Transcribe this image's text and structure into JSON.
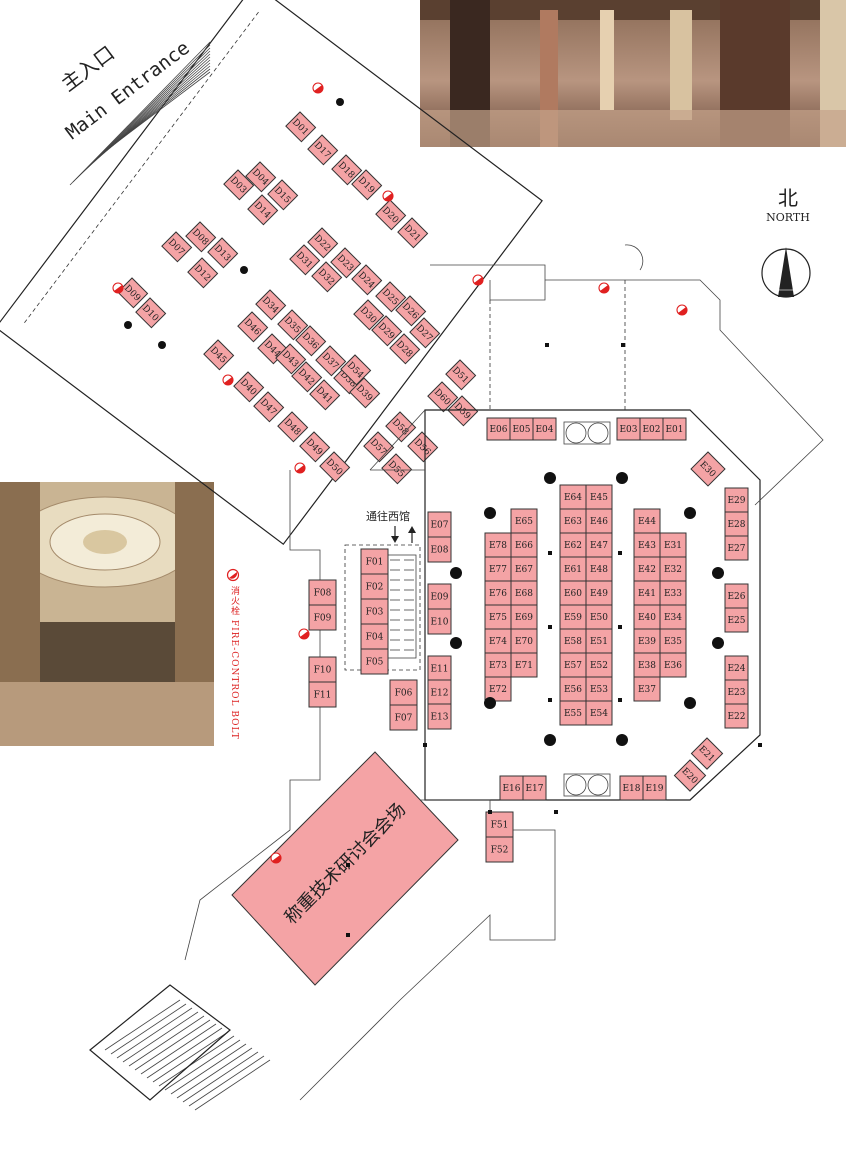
{
  "entrance": {
    "label_cn": "主入口",
    "label_en": "Main Entrance"
  },
  "north": {
    "label_cn": "北",
    "label_en": "NORTH"
  },
  "legend": {
    "label_cn": "消火栓",
    "label_en": "FIRE-CONTROL BOLT",
    "icon": "fire-hydrant-icon",
    "color": "#e02020"
  },
  "passage": {
    "label": "通往西馆"
  },
  "hall": {
    "label": "称重技术研讨会会场"
  },
  "booth_color": "#f4a3a5",
  "booths": {
    "d_rot": [
      "D01",
      "D17",
      "D18",
      "D19",
      "D20",
      "D21",
      "D03",
      "D04",
      "D14",
      "D15",
      "D07",
      "D08",
      "D12",
      "D13",
      "D09",
      "D10",
      "D22",
      "D23",
      "D31",
      "D32",
      "D24",
      "D25",
      "D26",
      "D27",
      "D30",
      "D29",
      "D28",
      "D34",
      "D35",
      "D36",
      "D37",
      "D38",
      "D39",
      "D46",
      "D45",
      "D44",
      "D43",
      "D42",
      "D41",
      "D40",
      "D47",
      "D48",
      "D49",
      "D50",
      "D51",
      "D60",
      "D59",
      "D58",
      "D56",
      "D57",
      "D55",
      "D54"
    ],
    "e_top_left": [
      "E06",
      "E05",
      "E04"
    ],
    "e_top_right": [
      "E03",
      "E02",
      "E01"
    ],
    "e_right": [
      "E30",
      "E29",
      "E28",
      "E27",
      "E26",
      "E25",
      "E24",
      "E23",
      "E22",
      "E21",
      "E20"
    ],
    "e_bottom": [
      "E16",
      "E17",
      "E18",
      "E19"
    ],
    "e_left_col": [
      "E07",
      "E08",
      "E09",
      "E10",
      "E11",
      "E12",
      "E13"
    ],
    "e_block1": [
      "E65",
      "E78",
      "E66",
      "E77",
      "E67",
      "E76",
      "E68",
      "E75",
      "E69",
      "E74",
      "E70",
      "E73",
      "E71",
      "E72"
    ],
    "e_block2": [
      "E64",
      "E45",
      "E63",
      "E46",
      "E62",
      "E47",
      "E61",
      "E48",
      "E60",
      "E49",
      "E59",
      "E50",
      "E58",
      "E51",
      "E57",
      "E52",
      "E56",
      "E53",
      "E55",
      "E54"
    ],
    "e_block3": [
      "E44",
      "E43",
      "E31",
      "E42",
      "E32",
      "E41",
      "E33",
      "E40",
      "E34",
      "E39",
      "E35",
      "E38",
      "E36",
      "E37"
    ],
    "f_mid": [
      "F01",
      "F02",
      "F03",
      "F04",
      "F05"
    ],
    "f_left": [
      "F08",
      "F09",
      "F10",
      "F11"
    ],
    "f_small": [
      "F06",
      "F07"
    ],
    "f_bottom": [
      "F51",
      "F52"
    ]
  }
}
